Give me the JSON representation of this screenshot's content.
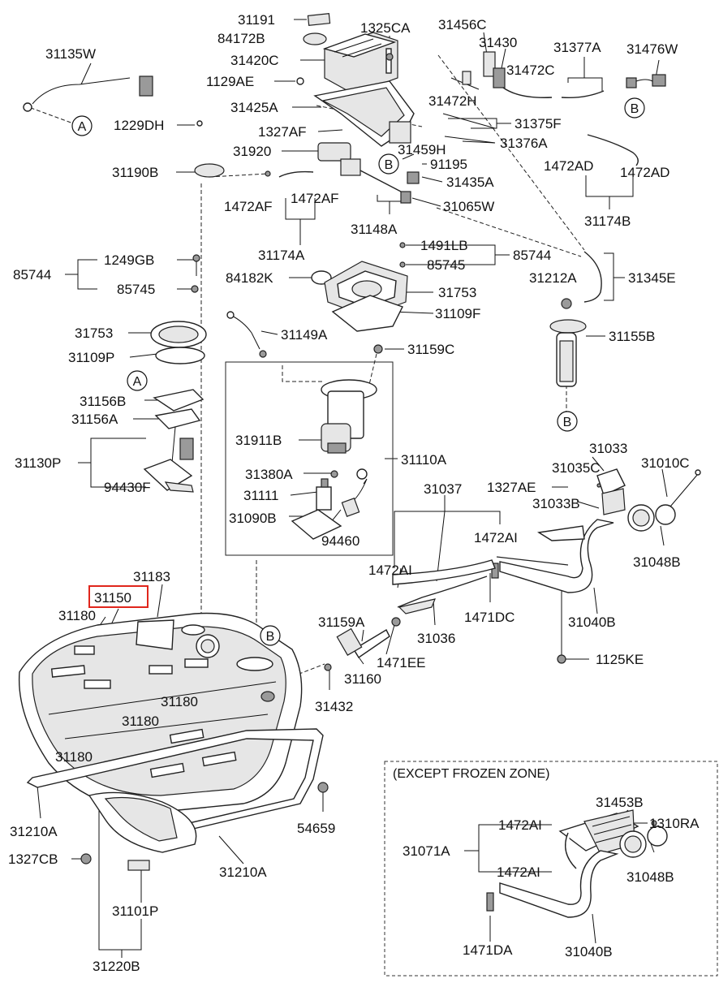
{
  "highlighted_part": "31150",
  "section_title": "(EXCEPT FROZEN ZONE)",
  "references": {
    "a": "A",
    "b": "B"
  },
  "labels": {
    "p31191": "31191",
    "p84172B": "84172B",
    "p1325CA": "1325CA",
    "p31456C": "31456C",
    "p31430": "31430",
    "p31377A": "31377A",
    "p31476W": "31476W",
    "p31135W": "31135W",
    "p31420C": "31420C",
    "p31472C": "31472C",
    "p1129AE": "1129AE",
    "p31472H": "31472H",
    "p31425A": "31425A",
    "p31375F": "31375F",
    "p1229DH": "1229DH",
    "p1327AF": "1327AF",
    "p31376A": "31376A",
    "p31920": "31920",
    "p31459H": "31459H",
    "p1472AD_l": "1472AD",
    "p1472AD_r": "1472AD",
    "p31190B": "31190B",
    "p91195": "91195",
    "p31435A": "31435A",
    "p1472AF_l": "1472AF",
    "p1472AF_r": "1472AF",
    "p31065W": "31065W",
    "p31174B": "31174B",
    "p31148A": "31148A",
    "p31174A": "31174A",
    "p1491LB": "1491LB",
    "p85744_r": "85744",
    "p85745_r": "85745",
    "p85744_l": "85744",
    "p1249GB": "1249GB",
    "p85745_l": "85745",
    "p84182K": "84182K",
    "p31753_c": "31753",
    "p31212A": "31212A",
    "p31345E": "31345E",
    "p31109F": "31109F",
    "p31753_l": "31753",
    "p31149A": "31149A",
    "p31155B": "31155B",
    "p31109P": "31109P",
    "p31159C": "31159C",
    "p31156B": "31156B",
    "p31156A": "31156A",
    "p31911B": "31911B",
    "p31110A": "31110A",
    "p31033": "31033",
    "p31130P": "31130P",
    "p31035C": "31035C",
    "p31010C": "31010C",
    "p31380A": "31380A",
    "p31037": "31037",
    "p1327AE": "1327AE",
    "p94430F": "94430F",
    "p31111": "31111",
    "p31033B": "31033B",
    "p31090B": "31090B",
    "p94460": "94460",
    "p1472AI_a": "1472AI",
    "p31048B": "31048B",
    "p31183": "31183",
    "p1472AI_b": "1472AI",
    "p31150": "31150",
    "p31180_a": "31180",
    "p31159A": "31159A",
    "p1471DC": "1471DC",
    "p31040B": "31040B",
    "p31036": "31036",
    "p1471EE": "1471EE",
    "p1125KE": "1125KE",
    "p31160": "31160",
    "p31180_b": "31180",
    "p31180_c": "31180",
    "p31432": "31432",
    "p31180_d": "31180",
    "p31453B": "31453B",
    "p1472AI_c": "1472AI",
    "p1310RA": "1310RA",
    "p31210A_l": "31210A",
    "p54659": "54659",
    "p31071A": "31071A",
    "p1472AI_d": "1472AI",
    "p1327CB": "1327CB",
    "p31210A_b": "31210A",
    "p31048B_b": "31048B",
    "p31101P": "31101P",
    "p1471DA": "1471DA",
    "p31220B": "31220B",
    "p31040B_b": "31040B"
  }
}
